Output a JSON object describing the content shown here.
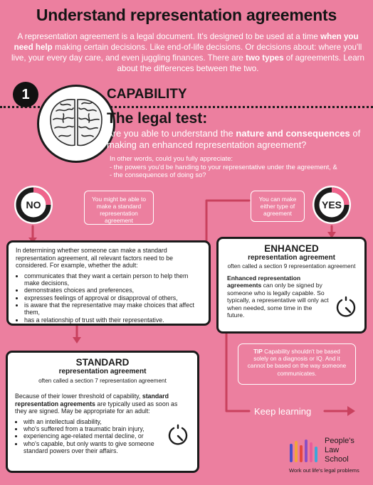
{
  "title": "Understand representation agreements",
  "intro": {
    "part1": "A representation agreement is a legal document. It's designed to be used at a time ",
    "bold1": "when you need help",
    "part2": " making certain decisions. Like end-of-life decisions. Or decisions about: where you'll live, your every day care, and even juggling finances. There are ",
    "bold2": "two types",
    "part3": " of agreements. Learn about the differences between the two."
  },
  "step_number": "1",
  "section_heading": "CAPABILITY",
  "legal_test_heading": "The legal test:",
  "question": {
    "part1": "Are you able to understand the ",
    "bold": "nature and consequences",
    "part2": " of making an enhanced representation agreement?"
  },
  "other_words": {
    "lead": "In other words, could you fully appreciate:",
    "item1": "- the powers you'd be handing to your representative under the agreement, &",
    "item2": "- the consequences of doing so?"
  },
  "no_gauge": {
    "label": "NO",
    "fill_fraction": 0.25
  },
  "yes_gauge": {
    "label": "YES",
    "fill_fraction": 0.25
  },
  "no_callout": "You might be able to make a standard representation agreement",
  "yes_callout": "You can make either type of agreement",
  "factors_panel": {
    "intro": "In determining whether someone can make a standard representation agreement, all relevant factors need to be considered. For example, whether the adult:",
    "items": [
      "communicates that they want a certain person to help them make decisions,",
      "demonstrates choices and preferences,",
      "expresses feelings of approval or disapproval of others,",
      "is aware that the representative may make choices that affect them,",
      "has a relationship of trust with their representative."
    ]
  },
  "enhanced_panel": {
    "heading": "ENHANCED",
    "subheading": "representation agreement",
    "note": "often called a section 9 representation agreement",
    "body_bold": "Enhanced representation agreements",
    "body_rest": " can only be signed by someone who is legally capable. So typically, a representative will only act when needed, some time in the future."
  },
  "standard_panel": {
    "heading": "STANDARD",
    "subheading": "representation agreement",
    "note": "often called a section 7 representation agreement",
    "body_part1": "Because of their lower threshold of capability, ",
    "body_bold": "standard representation agreements",
    "body_part2": " are typically used as soon as they are signed. May be appropriate for an adult:",
    "items": [
      "with an intellectual disability,",
      "who's suffered from a traumatic brain injury,",
      "experiencing age-related mental decline, or",
      "who's capable, but only wants to give someone standard powers over their affairs."
    ]
  },
  "tip": {
    "label": "TIP",
    "text": " Capability shouldn't be based solely on a diagnosis or IQ. And it cannot be based on the way someone communicates."
  },
  "keep_learning": "Keep learning",
  "logo": {
    "line1": "People's",
    "line2": "Law",
    "line3": "School",
    "tagline": "Work out life's legal problems"
  },
  "colors": {
    "background": "#ec7f9f",
    "dark": "#1b1b1b",
    "arrow": "#c9415e",
    "gauge_accent": "#f0648c"
  }
}
